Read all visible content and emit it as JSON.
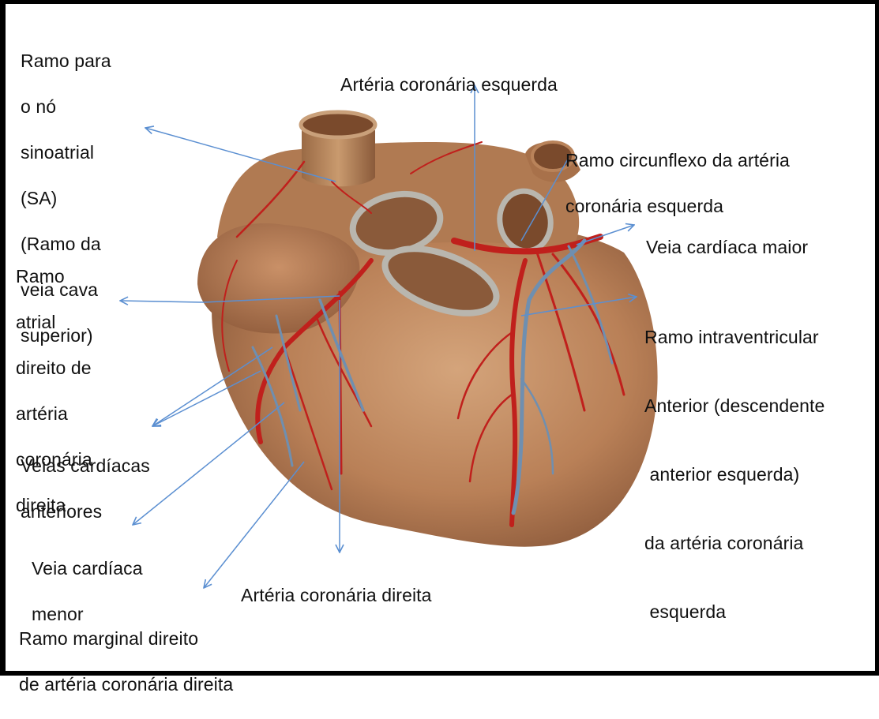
{
  "labels": {
    "sa_node_branch": [
      "Ramo para",
      "o nó",
      "sinoatrial",
      "(SA)",
      "(Ramo da",
      "veia cava",
      "superior)"
    ],
    "right_atrial_branch": [
      "Ramo",
      "atrial",
      "direito de",
      "artéria",
      "coronária",
      "direita"
    ],
    "anterior_cardiac_veins": [
      "Veias cardíacas",
      "anteriores"
    ],
    "small_cardiac_vein": [
      "Veia cardíaca",
      "menor"
    ],
    "right_marginal_branch": [
      "Ramo marginal direito",
      "de artéria coronária direita"
    ],
    "right_coronary_artery": [
      "Artéria coronária direita"
    ],
    "left_coronary_artery": [
      "Artéria coronária esquerda"
    ],
    "circumflex_branch": [
      "Ramo circunflexo da artéria",
      "coronária esquerda"
    ],
    "great_cardiac_vein": [
      "Veia cardíaca maior"
    ],
    "anterior_interventricular_branch": [
      "Ramo intraventricular",
      "Anterior (descendente",
      " anterior esquerda)",
      "da artéria coronária",
      " esquerda"
    ]
  },
  "colors": {
    "pointer_line": "#5b8fd1",
    "artery": "#c0201c",
    "vein": "#6f8fb0",
    "heart_surface": "#b98057",
    "vessel_rim": "#b9b6ae",
    "border": "#000000"
  }
}
